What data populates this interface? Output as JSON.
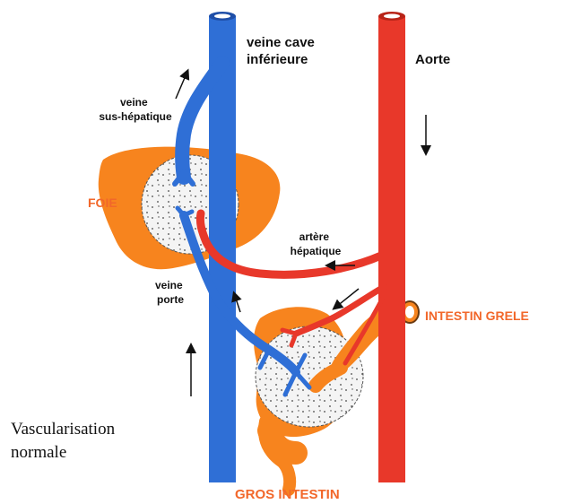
{
  "labels": {
    "vena_cava": [
      "veine cave",
      "inférieure"
    ],
    "aorta": "Aorte",
    "hepatic_vein": [
      "veine",
      "sus-hépatique"
    ],
    "liver": "FOIE",
    "hepatic_artery": [
      "artère",
      "hépatique"
    ],
    "portal_vein": [
      "veine",
      "porte"
    ],
    "small_intestine": "INTESTIN GRELE",
    "large_intestine": "GROS INTESTIN"
  },
  "caption": [
    "Vascularisation",
    "normale"
  ],
  "colors": {
    "vein": "#2f6fd6",
    "artery": "#e8382a",
    "organ": "#f7841e",
    "organ_label": "#f2672a"
  }
}
